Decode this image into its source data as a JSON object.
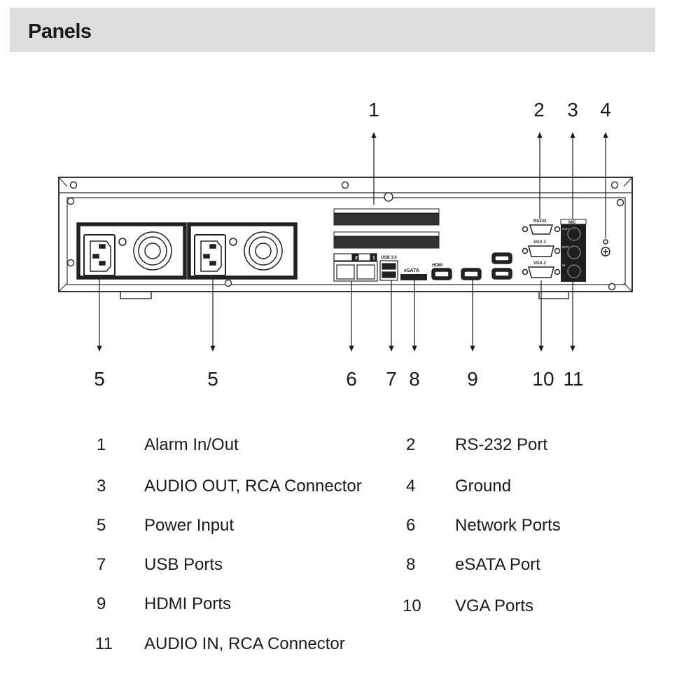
{
  "header": {
    "title": "Panels"
  },
  "diagram": {
    "panel_labels": {
      "rs232": "RS232",
      "vga1": "VGA 1",
      "vga2": "VGA 2",
      "mic": "MIC",
      "out1": "OUT",
      "out2": "OUT",
      "in": "IN",
      "usb": "USB 3.0",
      "esata": "eSATA",
      "hdmi": "HDMI",
      "lan1": "1",
      "lan2": "2"
    },
    "callouts_top": [
      "1",
      "2",
      "3",
      "4"
    ],
    "callouts_bottom": [
      "5",
      "5",
      "6",
      "7",
      "8",
      "9",
      "10",
      "11"
    ]
  },
  "legend": [
    {
      "num": "1",
      "label": "Alarm In/Out"
    },
    {
      "num": "2",
      "label": "RS-232 Port"
    },
    {
      "num": "3",
      "label": "AUDIO OUT, RCA Connector"
    },
    {
      "num": "4",
      "label": "Ground"
    },
    {
      "num": "5",
      "label": "Power Input"
    },
    {
      "num": "6",
      "label": "Network Ports"
    },
    {
      "num": "7",
      "label": "USB Ports"
    },
    {
      "num": "8",
      "label": "eSATA Port"
    },
    {
      "num": "9",
      "label": "HDMI Ports"
    },
    {
      "num": "10",
      "label": "VGA Ports"
    },
    {
      "num": "11",
      "label": "AUDIO IN, RCA Connector"
    }
  ],
  "colors": {
    "header_bg": "#dcdddf",
    "ink": "#1a1a1a"
  }
}
